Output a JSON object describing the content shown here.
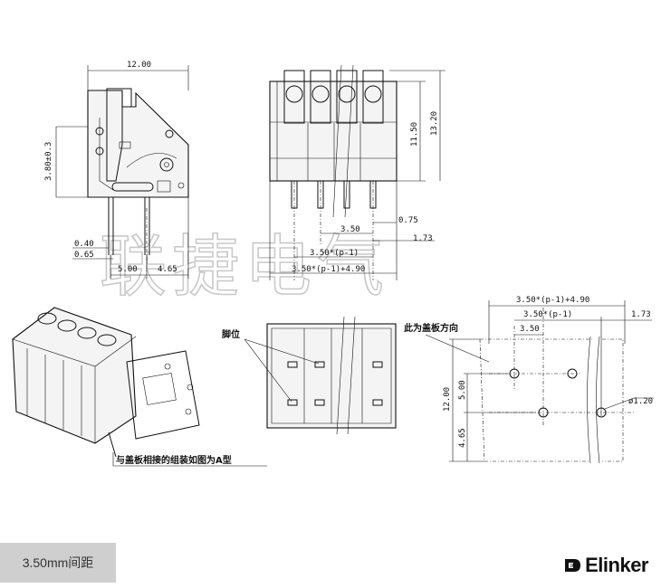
{
  "watermark": "联捷电气",
  "caption": "3.50mm间距",
  "brand": {
    "name": "Elinker",
    "icon": "elinker-logo-icon"
  },
  "side_view": {
    "width": "12.00",
    "height": "3.80±0.3",
    "pin_d1": "0.40",
    "pin_d2": "0.65",
    "base_left": "5.00",
    "base_right": "4.65"
  },
  "front_view": {
    "pitch": "3.50",
    "offset1": "0.75",
    "offset2": "1.73",
    "span": "3.50*(p-1)",
    "total": "3.50*(p-1)+4.90",
    "h1": "11.50",
    "h2": "13.20"
  },
  "bottom_view": {
    "label": "脚位"
  },
  "pcb_view": {
    "label": "此为盖板方向",
    "total": "3.50*(p-1)+4.90",
    "span": "3.50*(p-1)",
    "offset": "1.73",
    "pitch": "3.50",
    "h": "12.00",
    "v1": "5.00",
    "v2": "4.65",
    "hole": "ø1.20"
  },
  "iso_view": {
    "label": "与盖板相接的组装如图为A型"
  }
}
